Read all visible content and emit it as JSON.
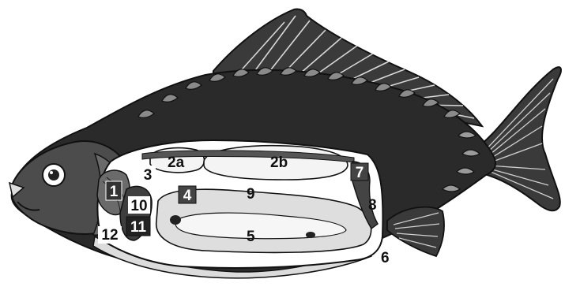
{
  "colors": {
    "background": "#ffffff",
    "body_dark": "#262626",
    "body_mid": "#4a4a4a",
    "outline": "#111111",
    "cavity": "#ffffff",
    "organ_light": "#f3f3f3",
    "organ_dark": "#333333"
  },
  "labels": {
    "l1": "1",
    "l2a": "2a",
    "l2b": "2b",
    "l3": "3",
    "l4": "4",
    "l5": "5",
    "l6": "6",
    "l7": "7",
    "l8": "8",
    "l9": "9",
    "l10": "10",
    "l11": "11",
    "l12": "12"
  }
}
